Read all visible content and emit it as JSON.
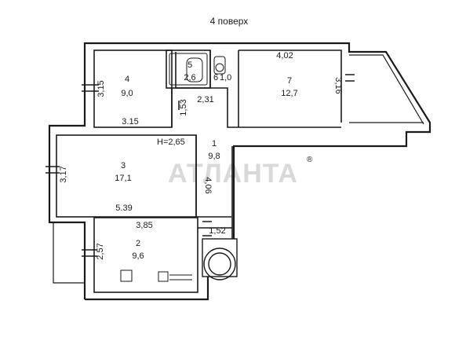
{
  "floor_label": "4 поверх",
  "watermark": {
    "text": "АТЛАНТА",
    "mark": "®",
    "color": "#d9d9d9"
  },
  "ceiling_height": "Н=2,65",
  "rooms": [
    {
      "number": "1",
      "area": "9,8"
    },
    {
      "number": "2",
      "area": "9,6"
    },
    {
      "number": "3",
      "area": "17,1"
    },
    {
      "number": "4",
      "area": "9,0"
    },
    {
      "number": "5",
      "area": "2,6"
    },
    {
      "number": "6",
      "area": "1,0"
    },
    {
      "number": "7",
      "area": "12,7"
    }
  ],
  "dimensions": {
    "room4_height": "3,15",
    "room4_width": "3.15",
    "hall_width": "2,31",
    "hall_height": "1,53",
    "room7_width": "4,02",
    "room7_height": "3,16",
    "room3_height": "3,17",
    "room3_width": "5.39",
    "corridor_length": "4,06",
    "room2_width": "3,85",
    "room2_height": "2,57",
    "balcony_width": "1,52"
  },
  "colors": {
    "wall": "#1a1a1a",
    "background": "#ffffff"
  }
}
